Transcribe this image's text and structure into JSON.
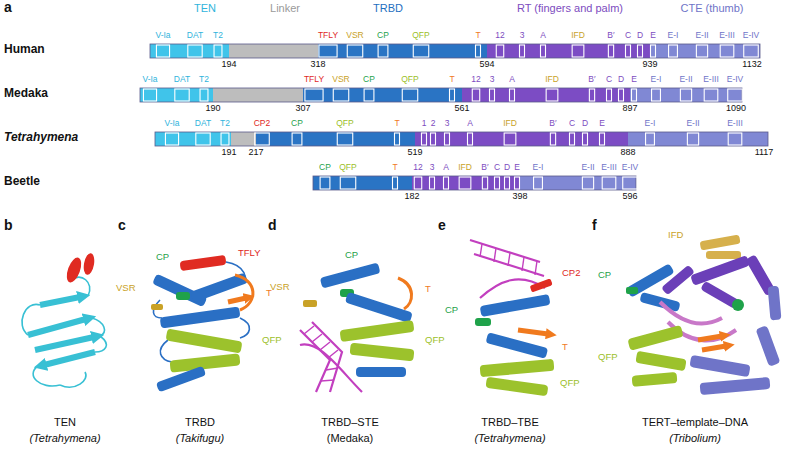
{
  "diagram": {
    "labels": [
      "a",
      "TEN",
      "Linker",
      "TRBD",
      "RT (fingers and palm)",
      "CTE (thumb)",
      "Human",
      "V-Ia",
      "DAT",
      "T2",
      "TFLY",
      "VSR",
      "CP",
      "QFP",
      "T",
      "12",
      "3",
      "A",
      "IFD",
      "B′",
      "C",
      "D",
      "E",
      "E-I",
      "E-II",
      "E-III",
      "E-IV",
      "194",
      "318",
      "594",
      "939",
      "1132",
      "Medaka",
      "V-Ia",
      "DAT",
      "T2",
      "TFLY",
      "VSR",
      "CP",
      "QFP",
      "T",
      "12",
      "3",
      "A",
      "IFD",
      "B′",
      "C",
      "D",
      "E",
      "E-I",
      "E-II",
      "E-III",
      "E-IV",
      "190",
      "307",
      "561",
      "897",
      "1090",
      "Tetrahymena",
      "V-Ia",
      "DAT",
      "T2",
      "CP2",
      "CP",
      "QFP",
      "T",
      "1",
      "2",
      "3",
      "A",
      "IFD",
      "B′",
      "C",
      "D",
      "E",
      "E-I",
      "E-II",
      "E-III",
      "191",
      "217",
      "519",
      "888",
      "1117",
      "Beetle",
      "CP",
      "QFP",
      "T",
      "12",
      "3",
      "A",
      "IFD",
      "B′",
      "C",
      "D",
      "E",
      "E-I",
      "E-II",
      "E-III",
      "E-IV",
      "182",
      "398",
      "596",
      "b",
      "c",
      "d",
      "e",
      "f",
      "TFLY",
      "VSR",
      "CP",
      "QFP",
      "T",
      "VSR",
      "CP",
      "T",
      "QFP",
      "CP2",
      "CP",
      "T",
      "QFP",
      "IFD",
      "CP",
      "QFP",
      "TEN",
      "(Tetrahymena)",
      "TRBD",
      "(Takifugu)",
      "TRBD–STE",
      "(Medaka)",
      "TRBD–TBE",
      "(Tetrahymena)",
      "TERT–template–DNA",
      "(Tribolium)"
    ]
  }
}
